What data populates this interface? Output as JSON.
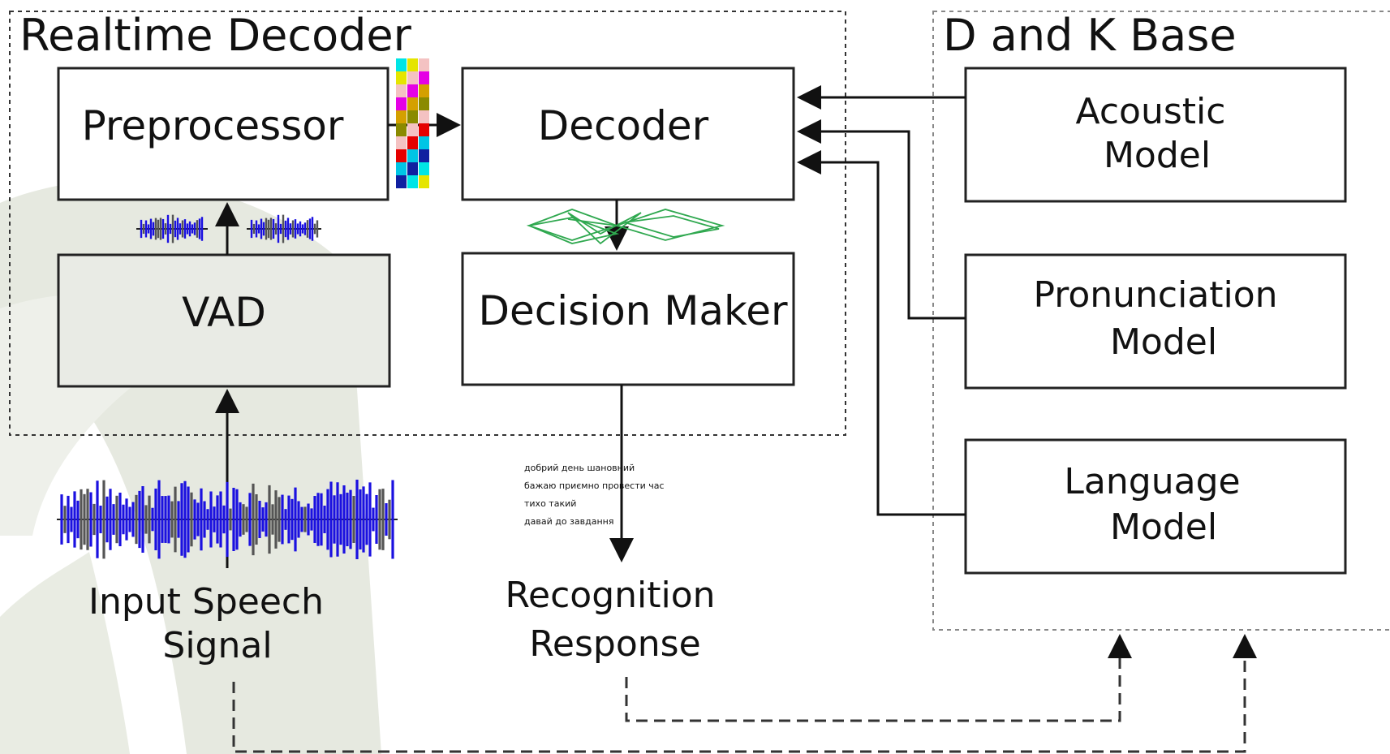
{
  "groups": {
    "realtime": "Realtime Decoder",
    "knowledge": "D and K Base"
  },
  "blocks": {
    "preprocessor": "Preprocessor",
    "decoder": "Decoder",
    "vad": "VAD",
    "decision_maker": "Decision Maker",
    "acoustic": [
      "Acoustic",
      "Model"
    ],
    "pronunciation": [
      "Pronunciation",
      "Model"
    ],
    "language": [
      "Language",
      "Model"
    ]
  },
  "io": {
    "input": [
      "Input Speech",
      "Signal"
    ],
    "output": [
      "Recognition",
      "Response"
    ]
  },
  "transcript_lines": [
    "добрий день шановний",
    "бажаю приємно провести час",
    "тихо такий",
    "давай до завдання"
  ],
  "colors": {
    "waveform": "#1a10e0",
    "lattice": "#2fa84f",
    "background_arc": "#e6e9e0"
  },
  "feature_colors": [
    "#00e5e5",
    "#e5e500",
    "#f4c2c2",
    "#e500e5",
    "#d4a000",
    "#8a8a00",
    "#f4c2c2",
    "#e50000",
    "#00c5e5",
    "#1020a0"
  ]
}
